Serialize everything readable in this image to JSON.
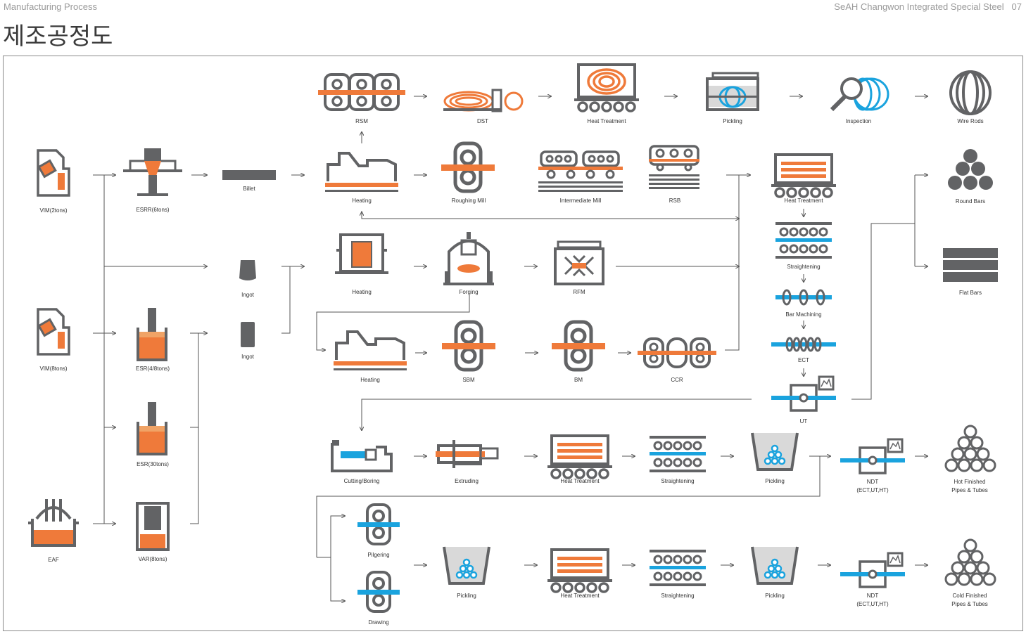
{
  "header": {
    "section": "Manufacturing Process",
    "brand": "SeAH Changwon Integrated Special Steel",
    "page": "07",
    "title": "제조공정도"
  },
  "colors": {
    "orange": "#ef7a3a",
    "grey": "#626365",
    "blue": "#1aa3de",
    "light": "#d9d9d9"
  },
  "nodes": {
    "vim2": "VIM(2tons)",
    "vim8": "VIM(8tons)",
    "eaf": "EAF",
    "esrr": "ESRR(6tons)",
    "esr48": "ESR(4/8tons)",
    "esr30": "ESR(30tons)",
    "var8": "VAR(8tons)",
    "billet": "Billet",
    "ingot1": "Ingot",
    "ingot2": "Ingot",
    "rsm": "RSM",
    "dst": "DST",
    "ht_wire": "Heat Treatment",
    "pick_wire": "Pickling",
    "inspection": "Inspection",
    "wire_rods": "Wire Rods",
    "heating1": "Heating",
    "roughing": "Roughing Mill",
    "intermediate": "Intermediate Mill",
    "rsb": "RSB",
    "heating2": "Heating",
    "forging": "Forging",
    "rfm": "RFM",
    "heating3": "Heating",
    "sbm": "SBM",
    "bm": "BM",
    "ccr": "CCR",
    "ht_bar": "Heat Treatment",
    "straight_bar": "Straightening",
    "bar_machining": "Bar Machining",
    "ect": "ECT",
    "ut": "UT",
    "round_bars": "Round Bars",
    "flat_bars": "Flat Bars",
    "cutting": "Cutting/Boring",
    "extruding": "Extruding",
    "ht_pipe1": "Heat Treatment",
    "straight_pipe1": "Straightening",
    "pick_pipe1": "Pickling",
    "ndt1_a": "NDT",
    "ndt1_b": "(ECT,UT,HT)",
    "hot_a": "Hot Finished",
    "hot_b": "Pipes & Tubes",
    "pilgering": "Pilgering",
    "drawing": "Drawing",
    "pick_pipe2a": "Pickling",
    "ht_pipe2": "Heat Treatment",
    "straight_pipe2": "Straightening",
    "pick_pipe2b": "Pickling",
    "ndt2_a": "NDT",
    "ndt2_b": "(ECT,UT,HT)",
    "cold_a": "Cold Finished",
    "cold_b": "Pipes & Tubes"
  }
}
